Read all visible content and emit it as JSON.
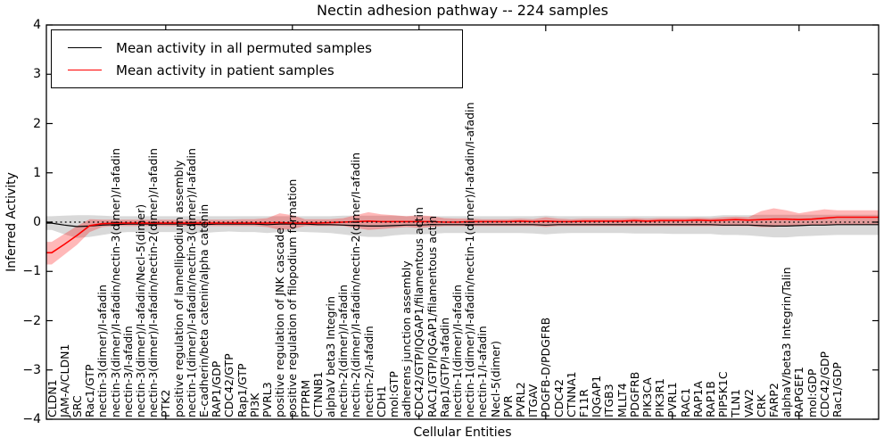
{
  "title": "Nectin adhesion pathway -- 224 samples",
  "axes": {
    "xlabel": "Cellular Entities",
    "ylabel": "Inferred Activity",
    "ylim": [
      -4,
      4
    ],
    "yticks": [
      "4",
      "3",
      "2",
      "1",
      "0",
      "−1",
      "−2",
      "−3",
      "−4"
    ],
    "grid": false,
    "x_tick_marks_every": 10
  },
  "legend": {
    "position": "upper left",
    "items": [
      {
        "label": "Mean activity in all permuted samples",
        "color": "#000000"
      },
      {
        "label": "Mean activity in patient samples",
        "color": "#ff0000"
      }
    ]
  },
  "colors": {
    "permuted_line": "#000000",
    "permuted_band": "rgba(0,0,0,0.15)",
    "patient_line": "#ff0000",
    "patient_band": "rgba(255,0,0,0.28)",
    "zero_line": "#000000"
  },
  "chart_data": {
    "type": "line",
    "title": "Nectin adhesion pathway -- 224 samples",
    "xlabel": "Cellular Entities",
    "ylabel": "Inferred Activity",
    "ylim": [
      -4,
      4
    ],
    "zero_line_dotted": true,
    "x_categories": [
      "CLDN1",
      "JAM-A/CLDN1",
      "SRC",
      "Rac1/GTP",
      "nectin-3(dimer)/I-afadin",
      "nectin-3(dimer)/I-afadin/nectin-3(dimer)/I-afadin",
      "nectin-3/I-afadin",
      "nectin-3(dimer)/I-afadin/Necl-5(dimer)",
      "nectin-3(dimer)/I-afadin/nectin-2(dimer)/I-afadin",
      "PTK2",
      "positive regulation of lamellipodium assembly",
      "nectin-1(dimer)/I-afadin/nectin-3(dimer)/I-afadin",
      "E-cadherin/beta catenin/alpha catenin",
      "RAP1/GDP",
      "CDC42/GTP",
      "Rap1/GTP",
      "PI3K",
      "PVRL3",
      "positive regulation of JNK cascade",
      "positive regulation of filopodium formation",
      "PTPRM",
      "CTNNB1",
      "alphaV beta3 Integrin",
      "nectin-2(dimer)/I-afadin",
      "nectin-2(dimer)/I-afadin/nectin-2(dimer/I-afadin",
      "nectin-2/I-afadin",
      "CDH1",
      "mol:GTP",
      "adherens junction assembly",
      "CDC42/GTP/IQGAP1/filamentous actin",
      "RAC1/GTP/IQGAP1/filamentous actin",
      "Rap1/GTP/I-afadin",
      "nectin-1(dimer)/I-afadin",
      "nectin-1(dimer)/I-afadin/nectin-1(dimer)/I-afadin/I-afadin",
      "nectin-1/I-afadin",
      "Necl-5(dimer)",
      "PVR",
      "PVRL2",
      "ITGAV",
      "PDGFB-D/PDGFRB",
      "CDC42",
      "CTNNA1",
      "F11R",
      "IQGAP1",
      "ITGB3",
      "MLLT4",
      "PDGFRB",
      "PIK3CA",
      "PIK3R1",
      "PVRL1",
      "RAC1",
      "RAP1A",
      "RAP1B",
      "PIP5K1C",
      "TLN1",
      "VAV2",
      "CRK",
      "FARP2",
      "alphaV/beta3 Integrin/Talin",
      "RAPGEF1",
      "mol:GDP",
      "CDC42/GDP",
      "Rac1/GDP"
    ],
    "series": [
      {
        "name": "Mean activity in all permuted samples",
        "color": "#000000",
        "values": [
          -0.02,
          -0.06,
          -0.09,
          -0.08,
          -0.06,
          -0.05,
          -0.04,
          -0.04,
          -0.04,
          -0.04,
          -0.04,
          -0.04,
          -0.05,
          -0.04,
          -0.04,
          -0.04,
          -0.04,
          -0.05,
          -0.04,
          -0.04,
          -0.04,
          -0.05,
          -0.05,
          -0.06,
          -0.07,
          -0.08,
          -0.08,
          -0.07,
          -0.06,
          -0.06,
          -0.05,
          -0.05,
          -0.05,
          -0.05,
          -0.05,
          -0.05,
          -0.05,
          -0.05,
          -0.05,
          -0.06,
          -0.05,
          -0.05,
          -0.05,
          -0.05,
          -0.05,
          -0.05,
          -0.05,
          -0.05,
          -0.05,
          -0.05,
          -0.05,
          -0.05,
          -0.05,
          -0.06,
          -0.06,
          -0.06,
          -0.07,
          -0.08,
          -0.08,
          -0.07,
          -0.06,
          -0.06,
          -0.05
        ],
        "band_lo": [
          -0.16,
          -0.25,
          -0.32,
          -0.3,
          -0.26,
          -0.22,
          -0.2,
          -0.2,
          -0.2,
          -0.2,
          -0.2,
          -0.2,
          -0.22,
          -0.2,
          -0.19,
          -0.2,
          -0.2,
          -0.22,
          -0.2,
          -0.19,
          -0.2,
          -0.21,
          -0.22,
          -0.25,
          -0.28,
          -0.3,
          -0.3,
          -0.27,
          -0.25,
          -0.25,
          -0.24,
          -0.22,
          -0.22,
          -0.22,
          -0.22,
          -0.22,
          -0.22,
          -0.22,
          -0.23,
          -0.25,
          -0.23,
          -0.22,
          -0.22,
          -0.22,
          -0.22,
          -0.22,
          -0.23,
          -0.23,
          -0.23,
          -0.24,
          -0.24,
          -0.24,
          -0.24,
          -0.26,
          -0.26,
          -0.27,
          -0.29,
          -0.31,
          -0.31,
          -0.29,
          -0.28,
          -0.27,
          -0.26
        ],
        "band_hi": [
          0.12,
          0.13,
          0.14,
          0.14,
          0.13,
          0.12,
          0.12,
          0.12,
          0.12,
          0.12,
          0.12,
          0.12,
          0.12,
          0.12,
          0.12,
          0.12,
          0.12,
          0.12,
          0.12,
          0.12,
          0.12,
          0.12,
          0.12,
          0.13,
          0.13,
          0.13,
          0.13,
          0.13,
          0.12,
          0.12,
          0.12,
          0.12,
          0.12,
          0.12,
          0.12,
          0.12,
          0.12,
          0.12,
          0.12,
          0.13,
          0.12,
          0.12,
          0.12,
          0.12,
          0.12,
          0.12,
          0.12,
          0.12,
          0.12,
          0.12,
          0.12,
          0.12,
          0.12,
          0.14,
          0.14,
          0.14,
          0.15,
          0.15,
          0.15,
          0.15,
          0.15,
          0.15,
          0.15
        ]
      },
      {
        "name": "Mean activity in patient samples",
        "color": "#ff0000",
        "values": [
          -0.62,
          -0.45,
          -0.27,
          -0.07,
          -0.03,
          -0.02,
          -0.02,
          -0.02,
          -0.02,
          -0.02,
          -0.02,
          -0.02,
          -0.02,
          -0.02,
          -0.02,
          -0.02,
          -0.02,
          -0.02,
          -0.01,
          -0.02,
          -0.02,
          -0.02,
          -0.01,
          0.0,
          0.01,
          0.02,
          0.01,
          0.01,
          0.01,
          0.01,
          0.01,
          0.0,
          0.0,
          0.01,
          0.01,
          0.01,
          0.01,
          0.02,
          0.01,
          0.02,
          0.01,
          0.01,
          0.02,
          0.02,
          0.02,
          0.02,
          0.03,
          0.02,
          0.03,
          0.03,
          0.03,
          0.04,
          0.03,
          0.04,
          0.05,
          0.04,
          0.05,
          0.06,
          0.06,
          0.05,
          0.06,
          0.08,
          0.1
        ],
        "band_lo": [
          -0.86,
          -0.66,
          -0.46,
          -0.2,
          -0.1,
          -0.08,
          -0.08,
          -0.08,
          -0.08,
          -0.08,
          -0.08,
          -0.08,
          -0.08,
          -0.08,
          -0.08,
          -0.08,
          -0.08,
          -0.1,
          -0.16,
          -0.14,
          -0.08,
          -0.08,
          -0.08,
          -0.08,
          -0.12,
          -0.16,
          -0.14,
          -0.12,
          -0.1,
          -0.12,
          -0.1,
          -0.08,
          -0.08,
          -0.08,
          -0.08,
          -0.08,
          -0.08,
          -0.08,
          -0.08,
          -0.1,
          -0.08,
          -0.08,
          -0.08,
          -0.08,
          -0.08,
          -0.08,
          -0.08,
          -0.08,
          -0.08,
          -0.08,
          -0.08,
          -0.08,
          -0.08,
          -0.08,
          -0.08,
          -0.08,
          -0.1,
          -0.1,
          -0.08,
          -0.08,
          -0.06,
          -0.06,
          -0.05
        ],
        "band_hi": [
          -0.4,
          -0.24,
          -0.08,
          0.06,
          0.05,
          0.05,
          0.05,
          0.05,
          0.05,
          0.05,
          0.05,
          0.05,
          0.05,
          0.05,
          0.05,
          0.06,
          0.06,
          0.08,
          0.18,
          0.14,
          0.06,
          0.06,
          0.06,
          0.08,
          0.14,
          0.2,
          0.16,
          0.14,
          0.12,
          0.14,
          0.12,
          0.08,
          0.07,
          0.07,
          0.06,
          0.06,
          0.06,
          0.07,
          0.06,
          0.1,
          0.07,
          0.06,
          0.07,
          0.07,
          0.07,
          0.07,
          0.08,
          0.07,
          0.08,
          0.08,
          0.08,
          0.09,
          0.08,
          0.1,
          0.11,
          0.1,
          0.22,
          0.28,
          0.24,
          0.18,
          0.22,
          0.26,
          0.24
        ]
      }
    ]
  }
}
